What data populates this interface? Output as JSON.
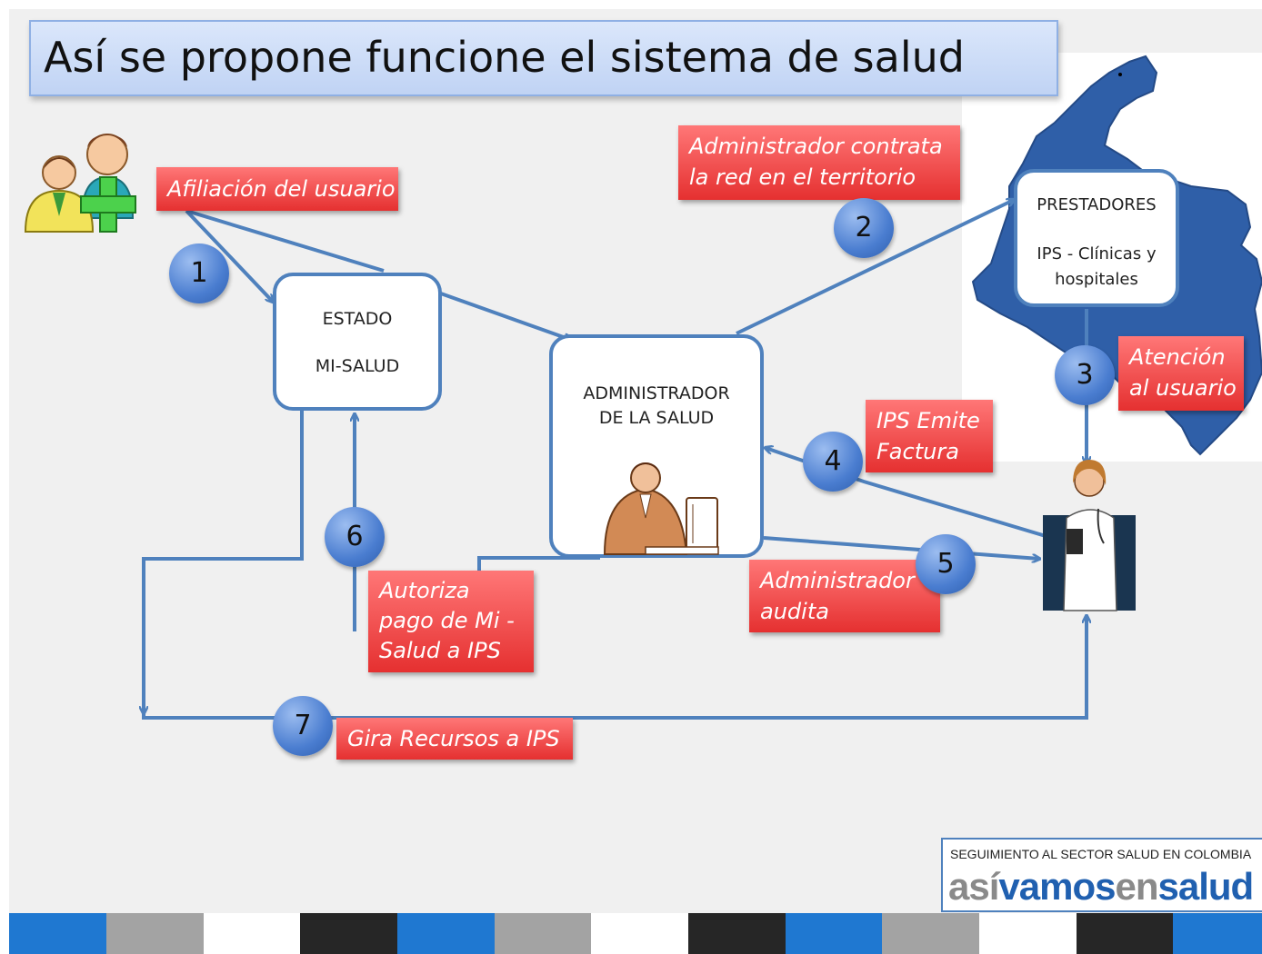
{
  "title": "Así se propone funcione el sistema de salud",
  "nodes": {
    "estado": {
      "line1": "ESTADO",
      "line2": "MI-SALUD"
    },
    "administrador": {
      "line1": "ADMINISTRADOR",
      "line2": "DE LA SALUD"
    },
    "prestadores": {
      "line1": "PRESTADORES",
      "line2": "IPS - Clínicas y",
      "line3": "hospitales"
    }
  },
  "labels": {
    "afiliacion": "Afiliación del usuario",
    "contrata": {
      "line1": "Administrador contrata",
      "line2": "la red en el territorio"
    },
    "atencion": {
      "line1": "Atención",
      "line2": "al usuario"
    },
    "emite": {
      "line1": "IPS Emite",
      "line2": "Factura"
    },
    "audita": {
      "line1": "Administrador",
      "line2": "audita"
    },
    "autoriza": {
      "line1": "Autoriza",
      "line2": "pago de Mi -",
      "line3": "Salud  a IPS"
    },
    "gira": "Gira Recursos a IPS"
  },
  "steps": [
    "1",
    "2",
    "3",
    "4",
    "5",
    "6",
    "7"
  ],
  "footer": {
    "subtitle": "SEGUIMIENTO AL SECTOR SALUD EN COLOMBIA",
    "brand_a": "así",
    "brand_b": "vamos",
    "brand_c": "en",
    "brand_d": "salud"
  },
  "colors": {
    "connector": "#4f81bd",
    "label_red": "#e53030",
    "map_blue": "#2f5fa8",
    "brand_blue": "#2060b0",
    "brand_gray": "#8a8a8a",
    "stripes": [
      "#1f78d1",
      "#a3a3a3",
      "#ffffff",
      "#262626",
      "#1f78d1",
      "#a3a3a3",
      "#ffffff",
      "#262626",
      "#1f78d1",
      "#a3a3a3",
      "#ffffff",
      "#262626",
      "#1f78d1"
    ]
  },
  "icons": [
    "users-add-icon",
    "colombia-map-icon",
    "office-worker-icon",
    "doctor-icon"
  ]
}
